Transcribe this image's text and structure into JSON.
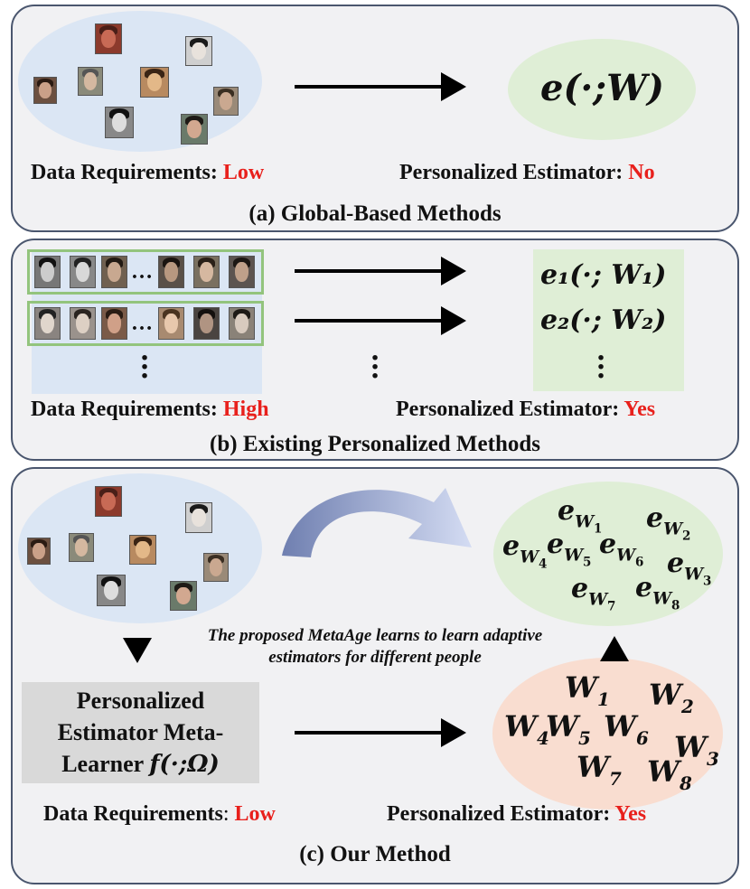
{
  "panel_a": {
    "data_req_label": "Data Requirements: ",
    "data_req_value": "Low",
    "estimator_label": "Personalized Estimator: ",
    "estimator_value": "No",
    "estimator_formula": "e(·;W)",
    "caption": "(a) Global-Based Methods"
  },
  "panel_b": {
    "row_ellipsis": "…",
    "formula_1": "e₁(·; W₁)",
    "formula_2": "e₂(·; W₂)",
    "data_req_label": "Data Requirements: ",
    "data_req_value": "High",
    "estimator_label": "Personalized Estimator: ",
    "estimator_value": "Yes",
    "caption": "(b) Existing Personalized Methods"
  },
  "panel_c": {
    "estimators": [
      "e_{W_1}",
      "e_{W_2}",
      "e_{W_4}",
      "e_{W_5}",
      "e_{W_6}",
      "e_{W_3}",
      "e_{W_7}",
      "e_{W_8}"
    ],
    "weights": [
      "W_1",
      "W_2",
      "W_4",
      "W_5",
      "W_6",
      "W_3",
      "W_7",
      "W_8"
    ],
    "annotation_line1": "The proposed MetaAge learns to learn adaptive",
    "annotation_line2": "estimators for different people",
    "learner_line1": "Personalized",
    "learner_line2": "Estimator Meta-",
    "learner_line3": "Learner ",
    "learner_formula": "f(·;Ω)",
    "data_req_label": "Data Requirements",
    "data_req_sep": ": ",
    "data_req_value": "Low",
    "estimator_label": "Personalized Estimator: ",
    "estimator_value": "Yes",
    "caption": "(c) Our Method"
  },
  "colors": {
    "panel_border": "#4a566e",
    "panel_fill": "#f1f1f3",
    "data_blue": "#dbe6f4",
    "estimator_green": "#dfeed6",
    "weights_orange": "#f9ddd0",
    "learner_gray": "#d9d9d9",
    "highlight_red": "#e8201c",
    "frame_green": "#93c47d"
  }
}
